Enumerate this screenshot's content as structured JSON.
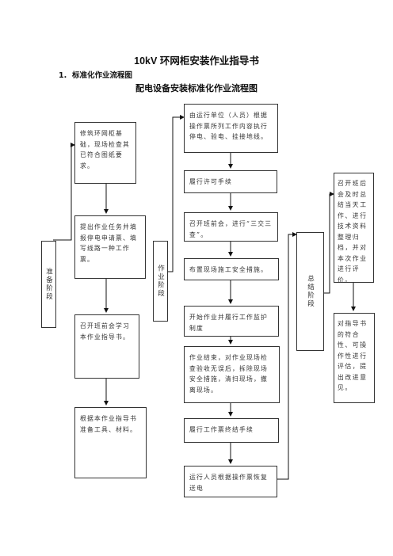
{
  "doc": {
    "title": "10kV 环网柜安装作业指导书",
    "section_number": "1.",
    "section_title": "标准化作业流程图",
    "flow_title": "配电设备安装标准化作业流程图"
  },
  "stages": {
    "prep": "准备阶段",
    "work": "作业阶段",
    "summary": "总结阶段"
  },
  "left_steps": [
    "修筑环网柜基础，现场检查其已符合图纸要求。",
    "提出作业任务并填报停电申请票、填写线路一种工作票。",
    "召开班前会学习本作业指导书。",
    "根据本作业指导书准备工具、材料。"
  ],
  "middle_steps": [
    "由运行单位（人员）根据操作票所列工作内容执行停电、验电、挂接地线。",
    "履行许可手续",
    "召开班前会，进行“三交三查”。",
    "布置现场施工安全措施。",
    "开始作业并履行工作监护制度",
    "作业结束，对作业现场检查验收无误后，拆除现场安全措施，清扫现场，撤离现场。",
    "履行工作票终结手续",
    "运行人员根据操作票恢复送电"
  ],
  "right_steps": [
    "召开班后会及时总结当天工作、进行技术资料整理归档，并对本次作业进行评价。",
    "对指导书的符合性、可操作性进行评估，提出改进意见。"
  ]
}
